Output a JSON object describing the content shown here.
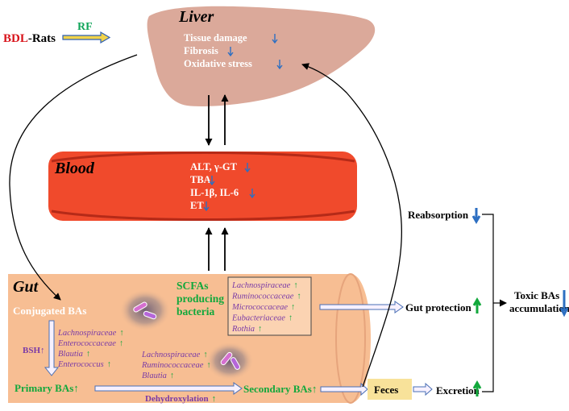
{
  "header": {
    "bdl_prefix": "BDL",
    "bdl_suffix": "-Rats",
    "rf_label": "RF"
  },
  "liver": {
    "title": "Liver",
    "effects": [
      "Tissue damage",
      "Fibrosis",
      "Oxidative stress"
    ]
  },
  "blood": {
    "title": "Blood",
    "markers": [
      "ALT, γ-GT",
      "TBA",
      "IL-1β, IL-6",
      "ET"
    ]
  },
  "gut": {
    "title": "Gut",
    "conjugated_bas": "Conjugated BAs",
    "bsh_label": "BSH",
    "left_taxa": [
      "Lachnospiraceae",
      "Enterococcaceae",
      "Blautia",
      "Enterococcus"
    ],
    "mid_taxa": [
      "Lachnospiraceae",
      "Ruminococcaceae",
      "Blautia"
    ],
    "scfa_label": [
      "SCFAs",
      "producing",
      "bacteria"
    ],
    "scfa_taxa": [
      "Lachnospiraceae",
      "Ruminococcaceae",
      "Micrococcaceae",
      "Eubacteriaceae",
      "Rothia"
    ],
    "primary_bas": "Primary BAs",
    "dehydroxylation": "Dehydroxylation",
    "secondary_bas": "Secondary BAs"
  },
  "outcomes": {
    "feces": "Feces",
    "gut_protection": "Gut protection",
    "excretion": "Excretion",
    "reabsorption": "Reabsorption",
    "toxic_line1": "Toxic BAs",
    "toxic_line2": "accumulation"
  },
  "colors": {
    "liver_fill": "#dba99a",
    "blood_fill": "#f04a2c",
    "blood_rim": "#a01e10",
    "gut_fill": "#f7be93",
    "feces_fill": "#f8e29a",
    "green": "#12a83c",
    "purple": "#7a3aa6",
    "blue_arrow": "#2d6fc2",
    "rf_green": "#11a55a",
    "bdl_red": "#d8141b"
  }
}
